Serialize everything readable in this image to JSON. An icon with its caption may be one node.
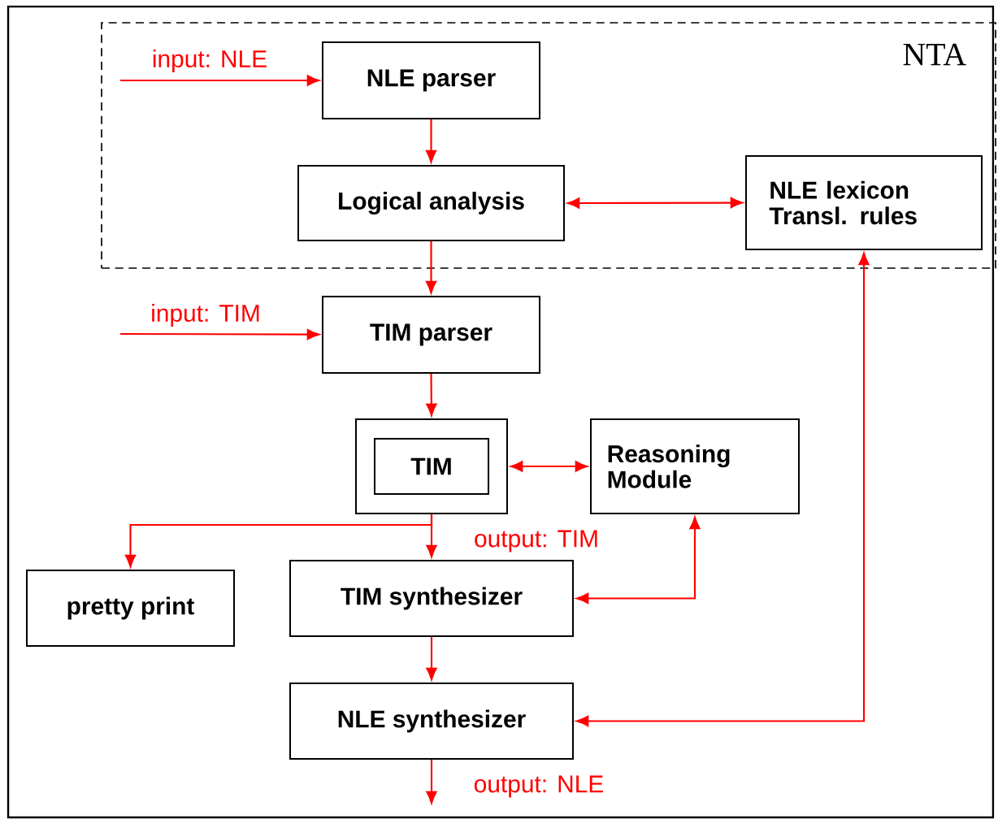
{
  "diagram": {
    "nodes": [
      {
        "text": [
          "NTA"
        ]
      },
      {
        "text": [
          "NLE parser"
        ],
        "in": 0
      },
      {
        "text": [
          "Logical analysis"
        ],
        "in": 0
      },
      {
        "text": [
          "NLE lexicon Transl. rules"
        ],
        "in": 0
      },
      {
        "text": [
          "TIM parser"
        ]
      },
      {
        "text": [],
        "shape": "box"
      },
      {
        "text": [
          "TIM"
        ],
        "in": 5
      },
      {
        "text": [
          "Reasoning Module"
        ]
      },
      {
        "text": [
          "pretty print"
        ]
      },
      {
        "text": [
          "TIM synthesizer"
        ]
      },
      {
        "text": [
          "NLE synthesizer"
        ]
      }
    ],
    "edges": [
      {
        "from": null,
        "to": 1,
        "arrow": "to",
        "label": "input: NLE"
      },
      {
        "from": 1,
        "to": 2,
        "arrow": "to"
      },
      {
        "from": 2,
        "to": 3,
        "arrow": "both"
      },
      {
        "from": 2,
        "to": 4,
        "arrow": "to"
      },
      {
        "from": null,
        "to": 4,
        "arrow": "to",
        "label": "input: TIM"
      },
      {
        "from": 4,
        "to": 5,
        "arrow": "to"
      },
      {
        "from": 5,
        "to": 7,
        "arrow": "both"
      },
      {
        "from": 5,
        "to": 8,
        "arrow": "to"
      },
      {
        "from": 5,
        "to": 9,
        "arrow": "to",
        "label": "output: TIM"
      },
      {
        "from": 9,
        "to": 7,
        "arrow": "both"
      },
      {
        "from": 9,
        "to": 10,
        "arrow": "to"
      },
      {
        "from": 10,
        "to": 3,
        "arrow": "both"
      },
      {
        "from": 10,
        "to": null,
        "arrow": "to",
        "label": "output: NLE"
      }
    ]
  }
}
